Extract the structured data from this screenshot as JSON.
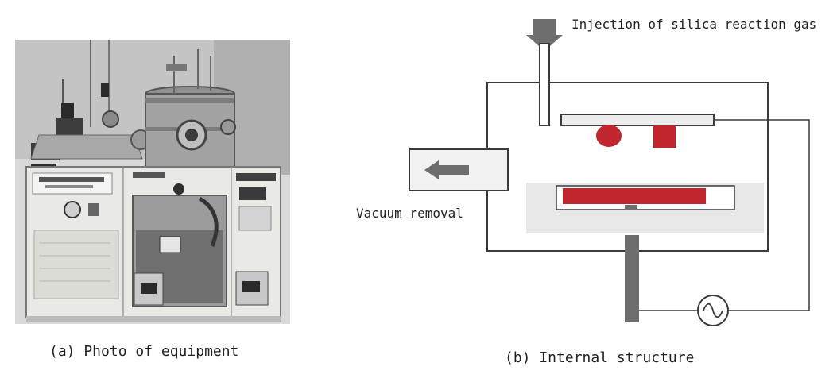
{
  "photo": {
    "panel_labels": [
      "",
      "",
      "",
      ""
    ]
  },
  "diagram": {
    "injection_label": "Injection of silica reaction gas",
    "vacuum_label": "Vacuum removal",
    "colors": {
      "outline": "#3a3a3a",
      "gray": "#6e6e6e",
      "red": "#c0262c",
      "light": "#e7e7e7"
    }
  },
  "captions": {
    "a": "(a) Photo of equipment",
    "b": "(b) Internal structure"
  }
}
